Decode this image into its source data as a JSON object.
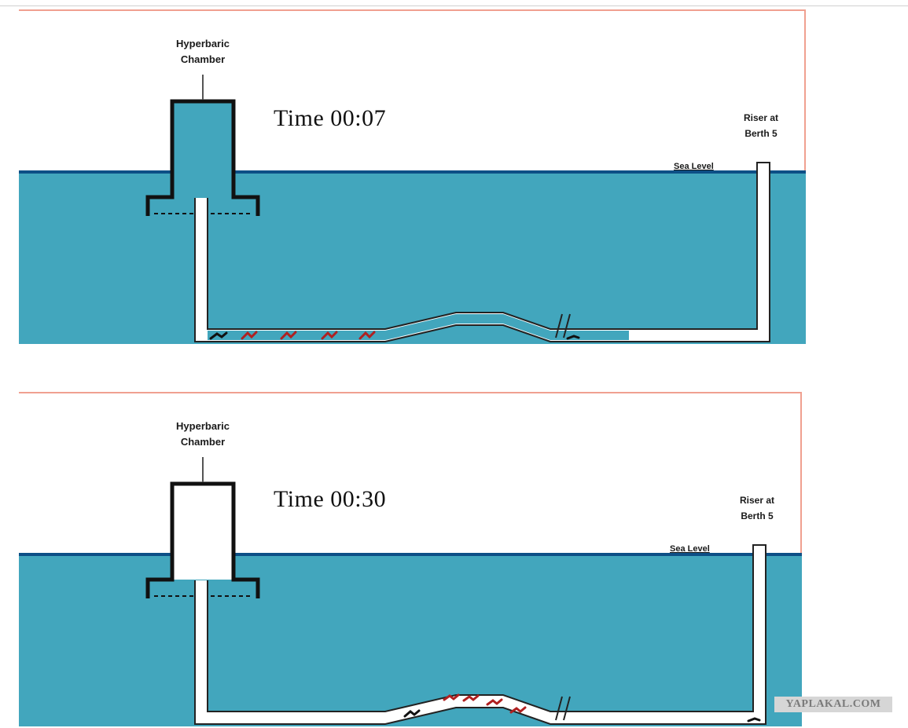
{
  "panels": [
    {
      "chamber_label_1": "Hyperbaric",
      "chamber_label_2": "Chamber",
      "time_label": "Time 00:07",
      "riser_label_1": "Riser at",
      "riser_label_2": "Berth 5",
      "sea_level_label": "Sea Level"
    },
    {
      "chamber_label_1": "Hyperbaric",
      "chamber_label_2": "Chamber",
      "time_label": "Time 00:30",
      "riser_label_1": "Riser at",
      "riser_label_2": "Berth 5",
      "sea_level_label": "Sea Level"
    }
  ],
  "watermark": "YAPLAKAL.COM",
  "colors": {
    "water": "#42a6bd",
    "frame": "#f0a090",
    "sea_line": "#0d4f86",
    "outline": "#111111"
  }
}
